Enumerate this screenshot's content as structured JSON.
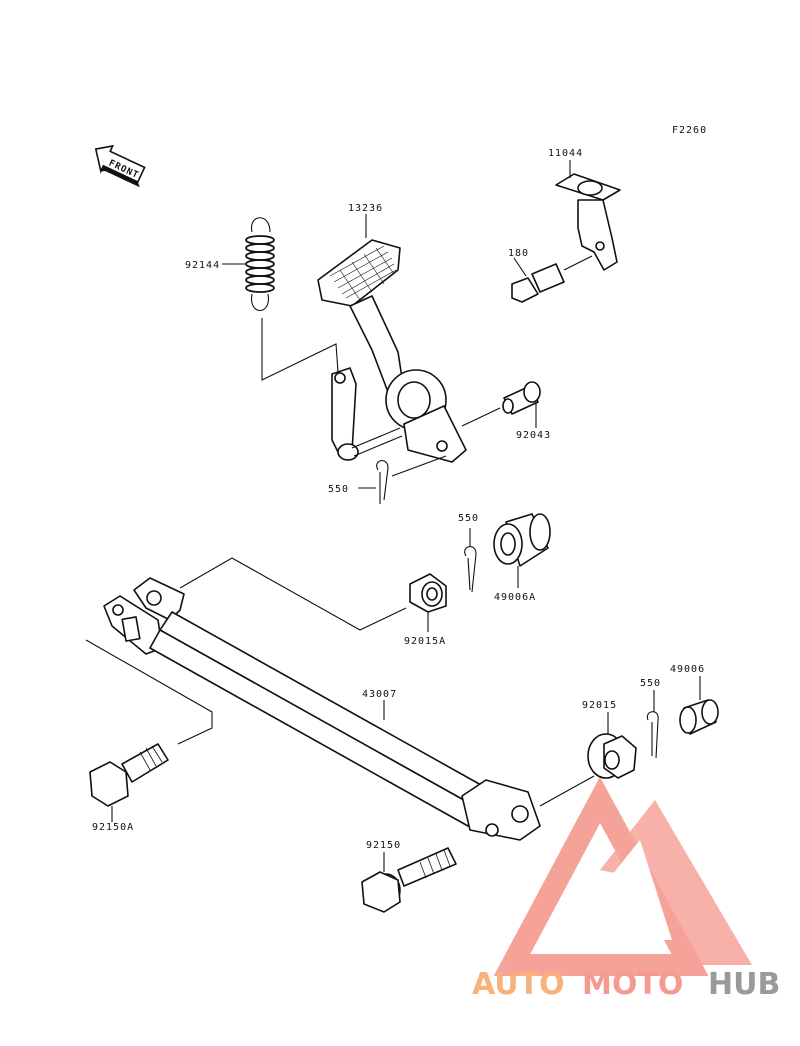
{
  "figure_code": "F2260",
  "front_arrow_text": "FRONT",
  "labels": {
    "p11044": "11044",
    "p13236": "13236",
    "p92144": "92144",
    "p180": "180",
    "p92043": "92043",
    "p550a": "550",
    "p550b": "550",
    "p49006A": "49006A",
    "p92015A": "92015A",
    "p43007": "43007",
    "p550c": "550",
    "p49006": "49006",
    "p92015": "92015",
    "p92150A": "92150A",
    "p92150": "92150"
  },
  "watermark": {
    "part1": "AUTO",
    "part2": "MOTO",
    "part3": "HUB",
    "color_orange": "#f6b27a",
    "color_red": "#f59a8e",
    "color_grey": "#9a9a9a"
  }
}
